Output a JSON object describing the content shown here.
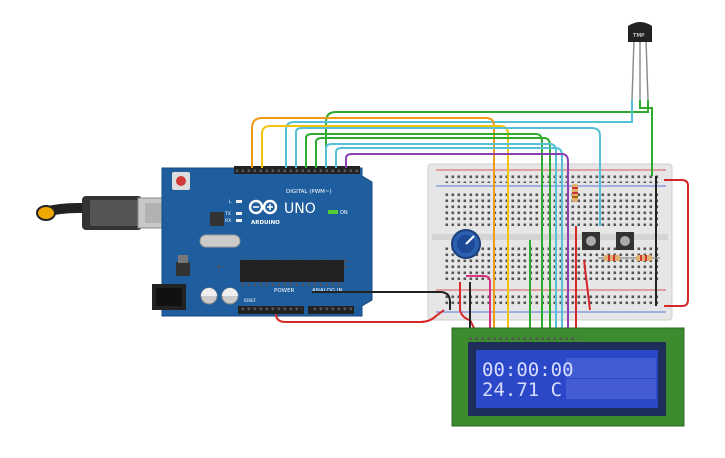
{
  "arduino": {
    "brand": "ARDUINO",
    "model": "UNO",
    "digital_label": "DIGITAL (PWM~)",
    "power_label": "POWER",
    "analog_label": "ANALOG IN",
    "on_label": "ON",
    "tx_label": "TX",
    "rx_label": "RX",
    "l_label": "L",
    "ioref_label": "IOREF"
  },
  "sensor": {
    "label": "TMP"
  },
  "lcd": {
    "line1": "00:00:00",
    "line2": "24.71 C"
  },
  "colors": {
    "board": "#1f5e9e",
    "lcd_frame": "#3d8b2f",
    "lcd_screen": "#2b48c9",
    "lcd_text": "#d6dcff",
    "breadboard": "#e6e6e6",
    "wire_red": "#d62828",
    "wire_black": "#222222",
    "wire_green": "#2eaa2e",
    "wire_orange": "#f09a1a",
    "wire_yellow": "#f2c20c",
    "wire_purple": "#8a3fb3",
    "wire_cyan": "#55c1d6",
    "wire_pink": "#d9327a"
  }
}
